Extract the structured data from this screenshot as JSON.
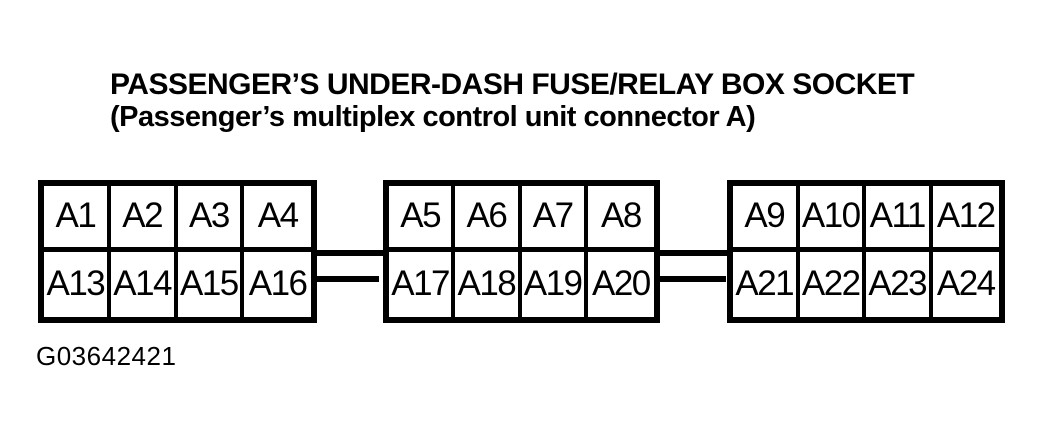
{
  "page": {
    "background_color": "#ffffff",
    "ink_color": "#000000"
  },
  "title": {
    "line1": "PASSENGER’S UNDER-DASH FUSE/RELAY BOX SOCKET",
    "line2": "(Passenger’s multiplex control unit connector A)"
  },
  "figure_code": "G03642421",
  "connector_diagram": {
    "blocks": [
      {
        "name": "block-1",
        "rows": [
          [
            "A1",
            "A2",
            "A3",
            "A4"
          ],
          [
            "A13",
            "A14",
            "A15",
            "A16"
          ]
        ]
      },
      {
        "name": "block-2",
        "rows": [
          [
            "A5",
            "A6",
            "A7",
            "A8"
          ],
          [
            "A17",
            "A18",
            "A19",
            "A20"
          ]
        ]
      },
      {
        "name": "block-3",
        "rows": [
          [
            "A9",
            "A10",
            "A11",
            "A12"
          ],
          [
            "A21",
            "A22",
            "A23",
            "A24"
          ]
        ]
      }
    ],
    "wires": "two horizontal links between adjacent blocks"
  }
}
